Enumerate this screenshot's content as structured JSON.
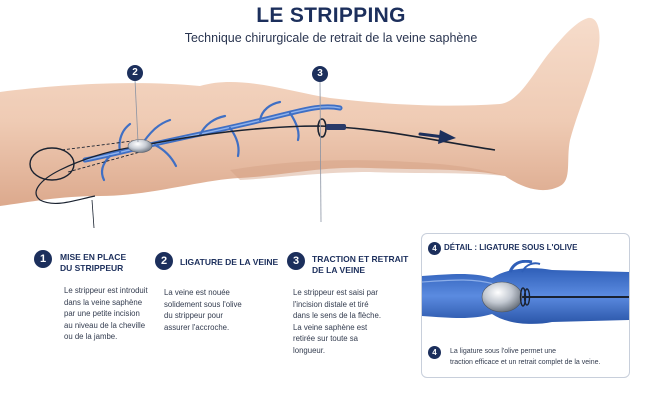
{
  "header": {
    "title": "LE STRIPPING",
    "subtitle": "Technique chirurgicale de retrait de la veine saphène"
  },
  "callouts": [
    {
      "number": "2"
    },
    {
      "number": "3"
    }
  ],
  "steps": [
    {
      "number": "1",
      "title_line1": "MISE EN PLACE",
      "title_line2": "DU STRIPPEUR",
      "text_lines": [
        "Le strippeur est introduit",
        "dans la veine saphène",
        "par une petite incision",
        "au niveau de la cheville",
        "ou de la jambe."
      ]
    },
    {
      "number": "2",
      "title_line1": "LIGATURE DE LA VEINE",
      "title_line2": "",
      "text_lines": [
        "La veine est nouée",
        "solidement sous l'olive",
        "du strippeur pour",
        "assurer l'accroche."
      ]
    },
    {
      "number": "3",
      "title_line1": "TRACTION ET RETRAIT",
      "title_line2": "DE LA VEINE",
      "text_lines": [
        "Le strippeur est saisi par",
        "l'incision distale et tiré",
        "dans le sens de la flèche.",
        "La veine saphène est",
        "retirée sur toute sa",
        "longueur."
      ]
    }
  ],
  "detail": {
    "number": "4",
    "title": "DÉTAIL : LIGATURE SOUS L'OLIVE",
    "text_number": "4",
    "text_line1": "La ligature sous l'olive permet une",
    "text_line2": "traction efficace et un retrait complet de la veine."
  },
  "colors": {
    "navy": "#1c2f5c",
    "vein_blue": "#3f6fc4",
    "skin": "#f1d2bd",
    "skin_shadow": "#d9ab8f"
  },
  "icons": {
    "direction_arrow": "arrow-right-icon",
    "olive": "olive-icon"
  }
}
